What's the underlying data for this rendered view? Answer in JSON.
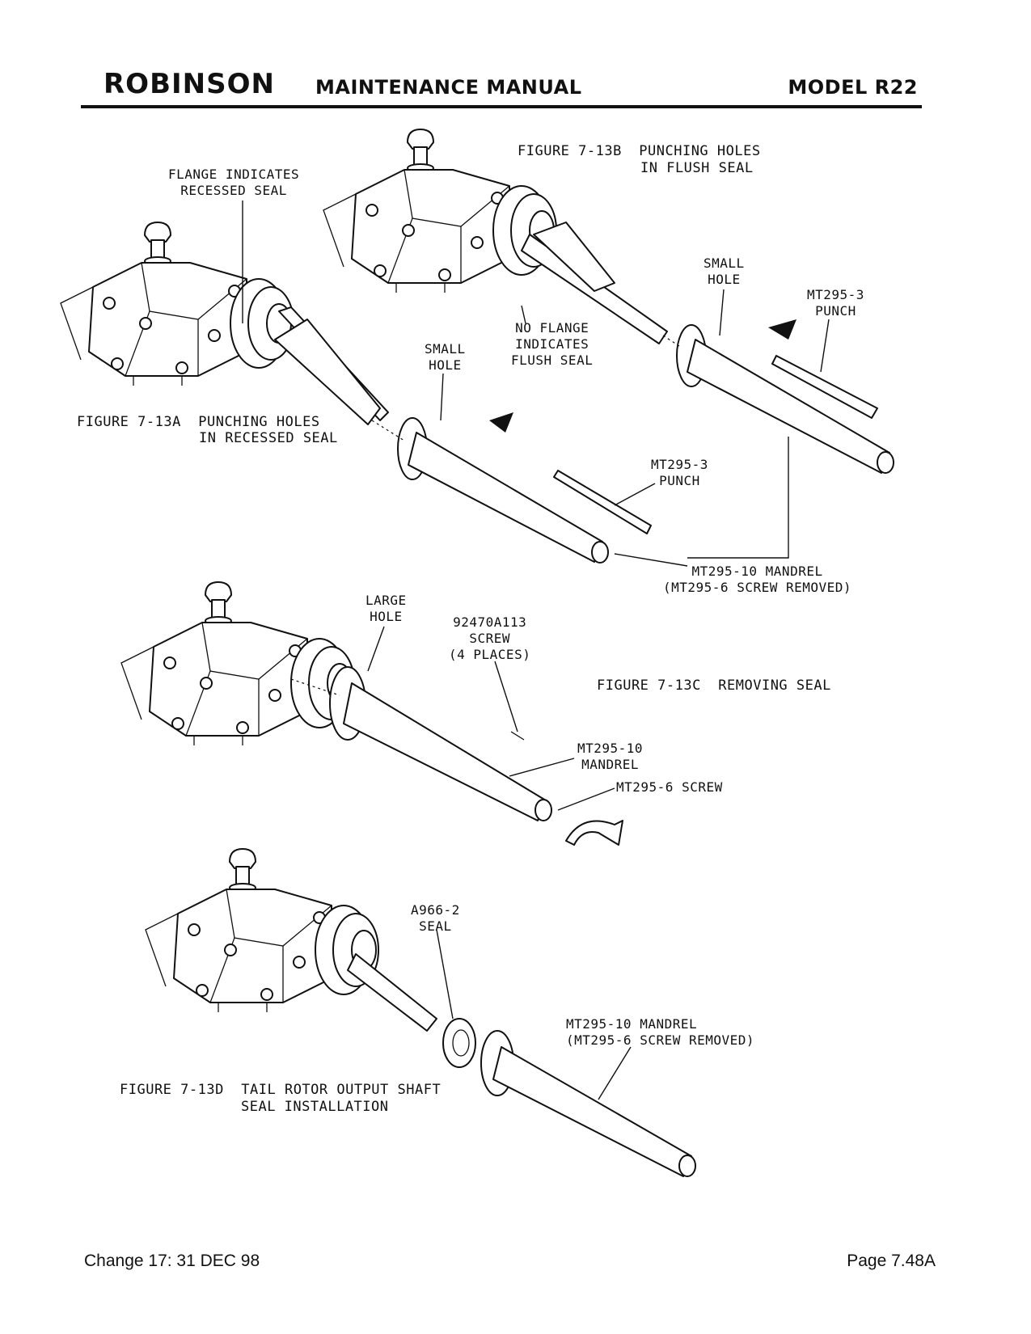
{
  "header": {
    "brand": "ROBINSON",
    "manual": "MAINTENANCE MANUAL",
    "model": "MODEL R22"
  },
  "figures": {
    "fig_a": {
      "caption_line1": "FIGURE 7-13A  PUNCHING HOLES",
      "caption_line2": "IN RECESSED SEAL",
      "label_flange": "FLANGE INDICATES\nRECESSED SEAL",
      "label_small_hole": "SMALL\nHOLE",
      "label_punch": "MT295-3\nPUNCH",
      "label_mandrel": "MT295-10 MANDREL\n(MT295-6 SCREW REMOVED)"
    },
    "fig_b": {
      "caption_line1": "FIGURE 7-13B  PUNCHING HOLES",
      "caption_line2": "IN FLUSH SEAL",
      "label_no_flange": "NO FLANGE\nINDICATES\nFLUSH SEAL",
      "label_small_hole": "SMALL\nHOLE",
      "label_punch": "MT295-3\nPUNCH"
    },
    "fig_c": {
      "caption": "FIGURE 7-13C  REMOVING SEAL",
      "label_large_hole": "LARGE\nHOLE",
      "label_screw": "92470A113\nSCREW\n(4 PLACES)",
      "label_mandrel": "MT295-10\nMANDREL",
      "label_screw6": "MT295-6 SCREW"
    },
    "fig_d": {
      "caption_line1": "FIGURE 7-13D  TAIL ROTOR OUTPUT SHAFT",
      "caption_line2": "SEAL INSTALLATION",
      "label_seal": "A966-2\nSEAL",
      "label_mandrel": "MT295-10 MANDREL\n(MT295-6 SCREW REMOVED)"
    }
  },
  "footer": {
    "change": "Change 17:  31 DEC 98",
    "page": "Page 7.48A"
  },
  "icons": [
    "arrow-icon",
    "rotation-arrow-icon"
  ]
}
